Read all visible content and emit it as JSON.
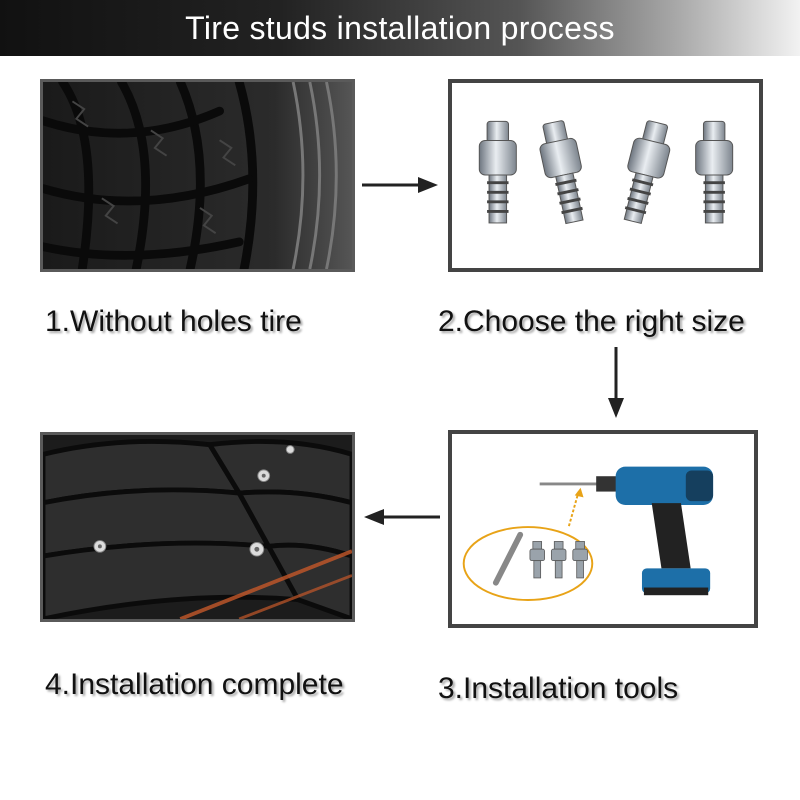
{
  "banner": {
    "title": "Tire studs installation process"
  },
  "steps": [
    {
      "caption": "1.Without holes tire"
    },
    {
      "caption": "2.Choose the right size"
    },
    {
      "caption": "3.Installation tools"
    },
    {
      "caption": "4.Installation complete"
    }
  ],
  "colors": {
    "banner_dark": "#111111",
    "banner_light": "#f2f2f2",
    "arrow": "#222222",
    "tool_circle": "#e8a317",
    "drill_body": "#1d6fa8"
  }
}
